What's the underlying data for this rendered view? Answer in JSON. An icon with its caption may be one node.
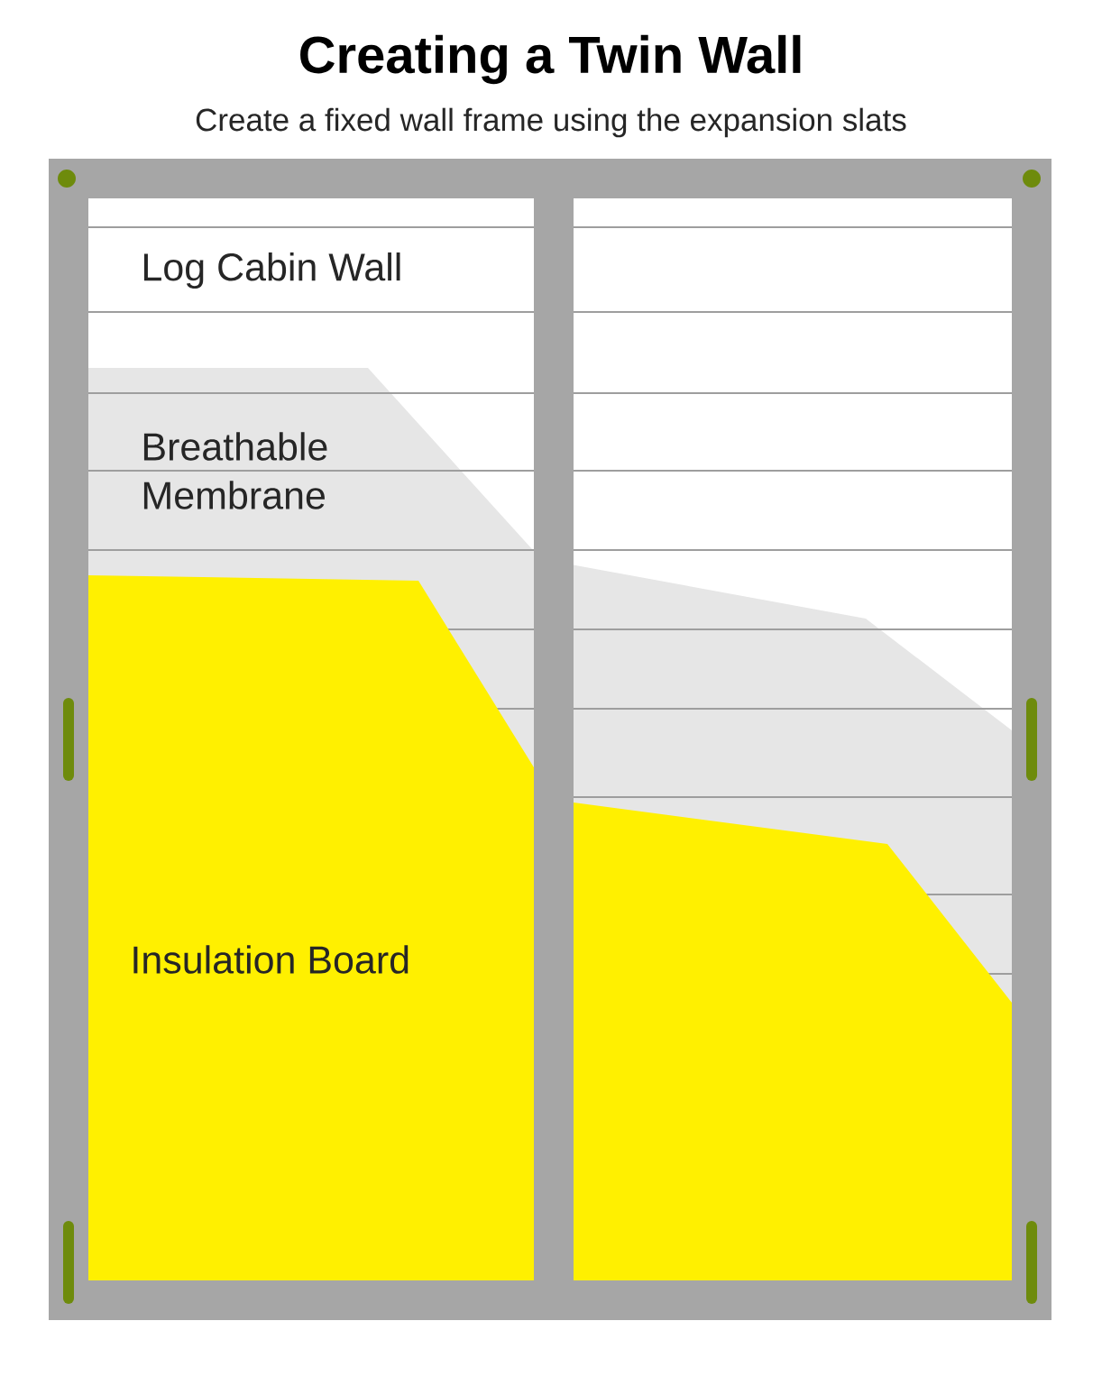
{
  "diagram": {
    "title": "Creating a Twin Wall",
    "labels": [
      "Create a fixed wall frame using the expansion slats",
      "Log Cabin Wall",
      "Breathable Membrane",
      "Insulation Board"
    ]
  }
}
